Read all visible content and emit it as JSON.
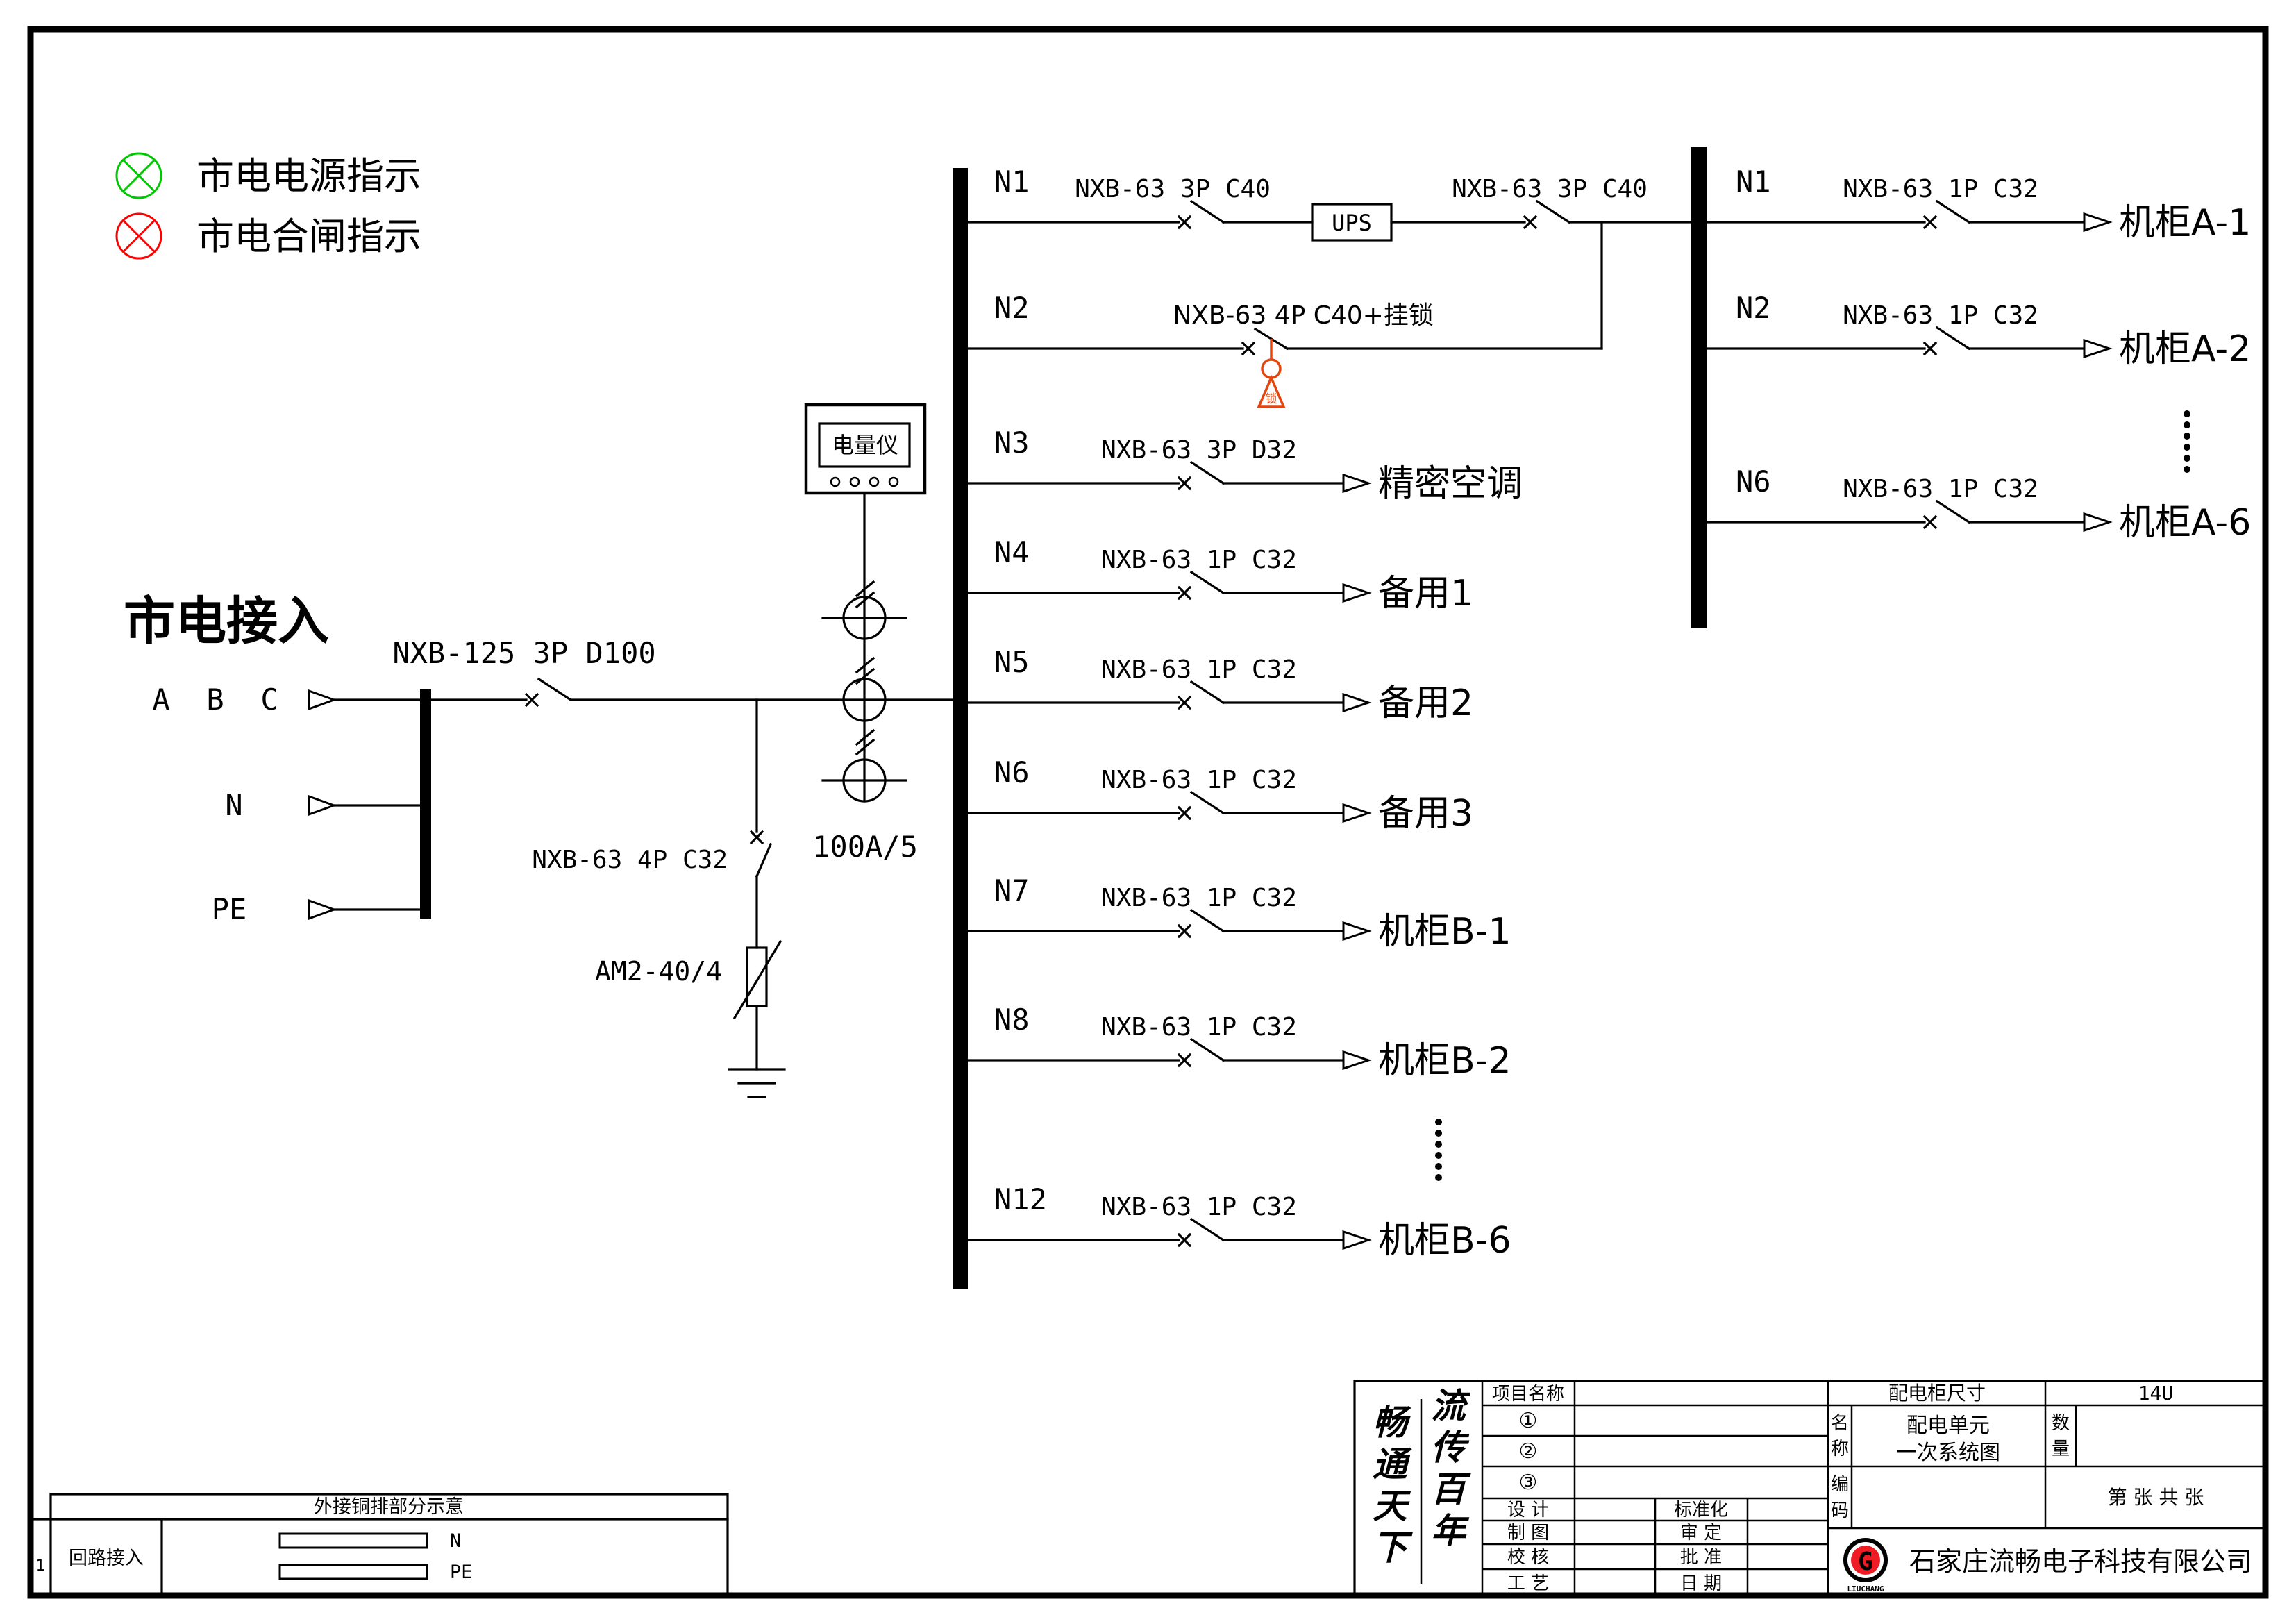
{
  "legend": {
    "power_indicator_label": "市电电源指示",
    "closing_indicator_label": "市电合闸指示"
  },
  "colors": {
    "indicator_green": "#00c800",
    "indicator_red": "#ff0000",
    "padlock_red": "#e5450f",
    "logo_green": "#00b32c",
    "logo_red": "#ee1c25"
  },
  "incoming": {
    "title": "市电接入",
    "phases": [
      "A",
      "B",
      "C"
    ],
    "neutral_label": "N",
    "pe_label": "PE",
    "main_breaker": "NXB-125 3P D100",
    "surge_breaker": "NXB-63 4P C32",
    "surge_arrester": "AM2-40/4",
    "meter_label": "电量仪",
    "ct_ratio": "100A/5"
  },
  "main_bus": {
    "n1": {
      "id": "N1",
      "breaker1": "NXB-63 3P C40",
      "ups_label": "UPS",
      "breaker2": "NXB-63 3P C40"
    },
    "n2": {
      "id": "N2",
      "breaker": "NXB-63 4P C40+挂锁",
      "padlock_char": "锁"
    },
    "branches": [
      {
        "id": "N3",
        "breaker": "NXB-63 3P D32",
        "load": "精密空调"
      },
      {
        "id": "N4",
        "breaker": "NXB-63 1P C32",
        "load": "备用1"
      },
      {
        "id": "N5",
        "breaker": "NXB-63 1P C32",
        "load": "备用2"
      },
      {
        "id": "N6",
        "breaker": "NXB-63 1P C32",
        "load": "备用3"
      },
      {
        "id": "N7",
        "breaker": "NXB-63 1P C32",
        "load": "机柜B-1"
      },
      {
        "id": "N8",
        "breaker": "NXB-63 1P C32",
        "load": "机柜B-2"
      },
      {
        "id": "N12",
        "breaker": "NXB-63 1P C32",
        "load": "机柜B-6"
      }
    ]
  },
  "sub_bus": {
    "branches": [
      {
        "id": "N1",
        "breaker": "NXB-63 1P C32",
        "load": "机柜A-1"
      },
      {
        "id": "N2",
        "breaker": "NXB-63 1P C32",
        "load": "机柜A-2"
      },
      {
        "id": "N6",
        "breaker": "NXB-63 1P C32",
        "load": "机柜A-6"
      }
    ]
  },
  "copper_bar_table": {
    "title": "外接铜排部分示意",
    "row_no": "1",
    "row_label": "回路接入",
    "bar_n_label": "N",
    "bar_pe_label": "PE"
  },
  "title_block": {
    "slogan_col1": "畅通天下",
    "slogan_col2": "流传百年",
    "project_label": "项目名称",
    "row1": "①",
    "row2": "②",
    "row3": "③",
    "design_label": "设  计",
    "draft_label": "制  图",
    "check_label": "校  核",
    "craft_label": "工  艺",
    "standard_label": "标准化",
    "review_label": "审  定",
    "approve_label": "批  准",
    "date_label": "日  期",
    "cabinet_size_label": "配电柜尺寸",
    "cabinet_size_value": "14U",
    "name_label": "名称",
    "name_value_line1": "配电单元",
    "name_value_line2": "一次系统图",
    "qty_label": "数量",
    "code_label": "编码",
    "sheet_text": "第    张 共    张",
    "logo_letter": "G",
    "logo_sub": "LIUCHANG",
    "company": "石家庄流畅电子科技有限公司"
  }
}
